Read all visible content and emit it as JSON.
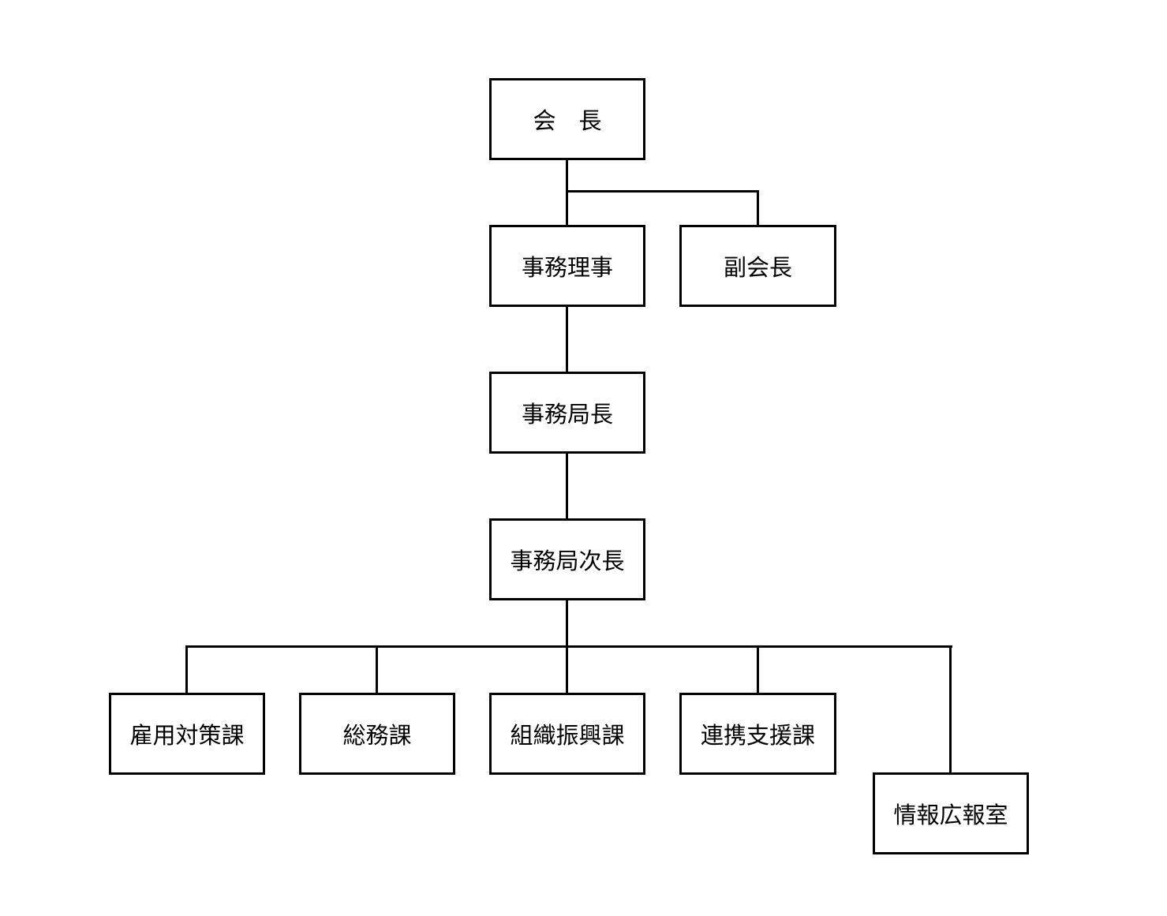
{
  "chart": {
    "nodes": {
      "chairman": "会　長",
      "executive_director": "事務理事",
      "vice_chairman": "副会長",
      "secretary_general": "事務局長",
      "deputy_secretary_general": "事務局次長",
      "employment_measures_section": "雇用対策課",
      "general_affairs_section": "総務課",
      "organization_promotion_section": "組織振興課",
      "cooperation_support_section": "連携支援課",
      "information_pr_office": "情報広報室"
    }
  }
}
